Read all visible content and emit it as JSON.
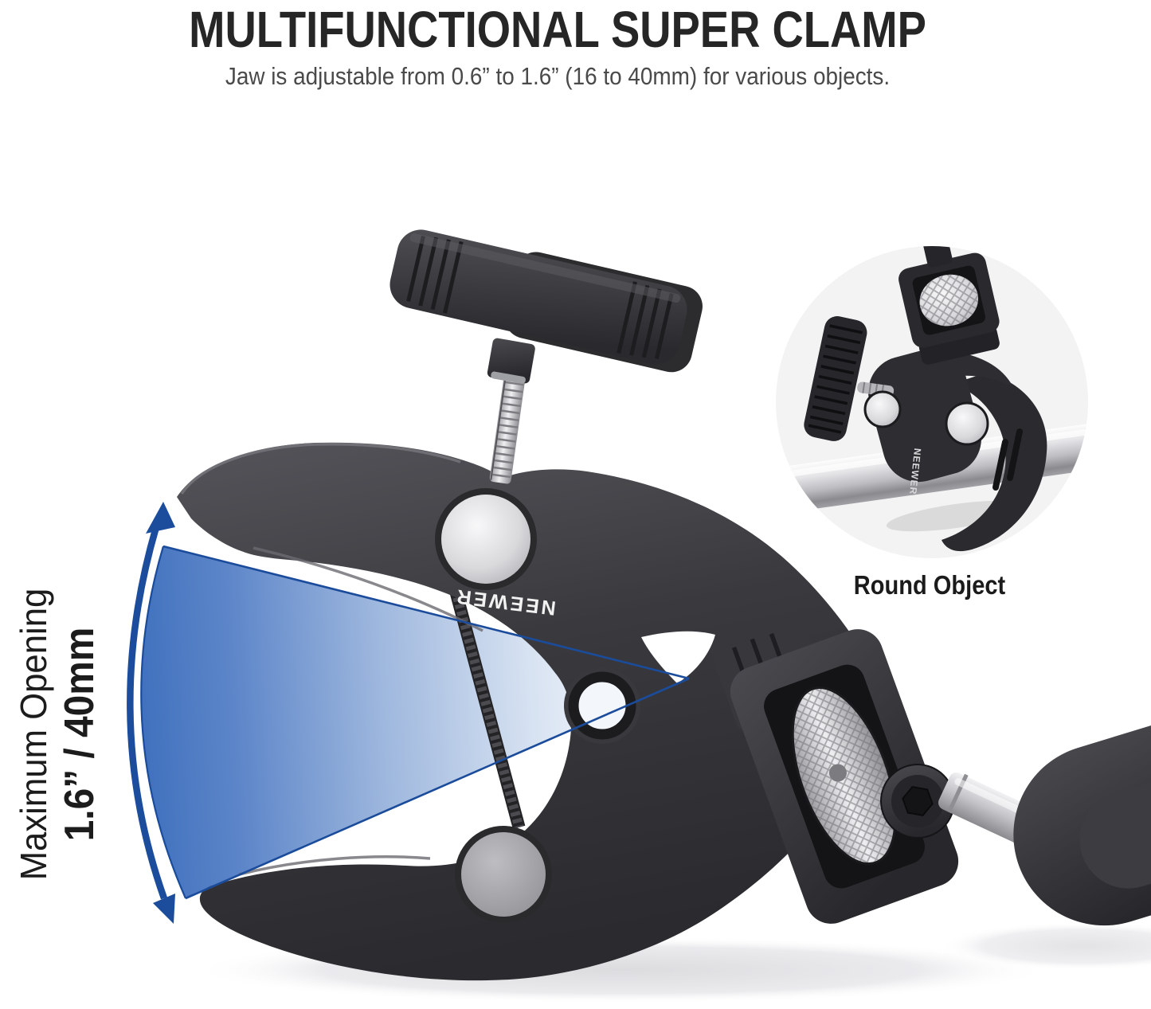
{
  "header": {
    "title": "MULTIFUNCTIONAL SUPER CLAMP",
    "subtitle": "Jaw is adjustable from 0.6” to 1.6” (16 to 40mm) for various objects."
  },
  "annotation": {
    "line1": "Maximum Opening",
    "line2": "1.6” / 40mm"
  },
  "product": {
    "brand": "NEEWER",
    "description": "super clamp with T-handle locking knob, threaded screw, spring jaws, knurled mounting wheel and articulating arm"
  },
  "inset": {
    "caption": "Round Object",
    "brand": "NEEWER",
    "description": "clamp gripping a round metal pipe"
  },
  "icons": {
    "opening_range_arrow": "double-headed-curved-arrow"
  },
  "colors": {
    "background": "#ffffff",
    "title_text": "#262626",
    "subtitle_text": "#4a4a4a",
    "accent_blue": "#1d4e9c",
    "wedge_blue": "#4577c3",
    "body_charcoal": "#3a3a3e",
    "metal_silver": "#c9c9ce",
    "inset_background": "#f3f3f4"
  }
}
